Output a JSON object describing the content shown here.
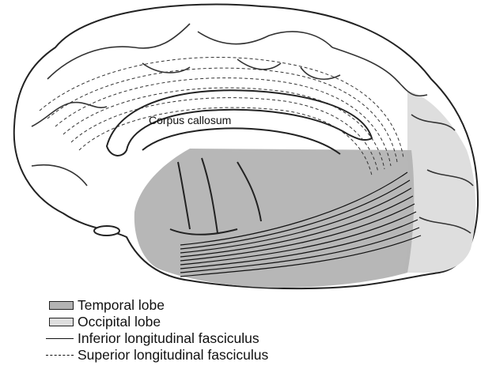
{
  "annotation": {
    "label": "Corpus callosum"
  },
  "legend": [
    {
      "label": "Temporal lobe",
      "style": "filled-box",
      "color": "#b3b3b3"
    },
    {
      "label": "Occipital lobe",
      "style": "filled-box",
      "color": "#dedede"
    },
    {
      "label": "Inferior longitudinal fasciculus",
      "style": "solid-line",
      "color": "#111111"
    },
    {
      "label": "Superior longitudinal fasciculus",
      "style": "dashed-line",
      "color": "#111111"
    }
  ]
}
